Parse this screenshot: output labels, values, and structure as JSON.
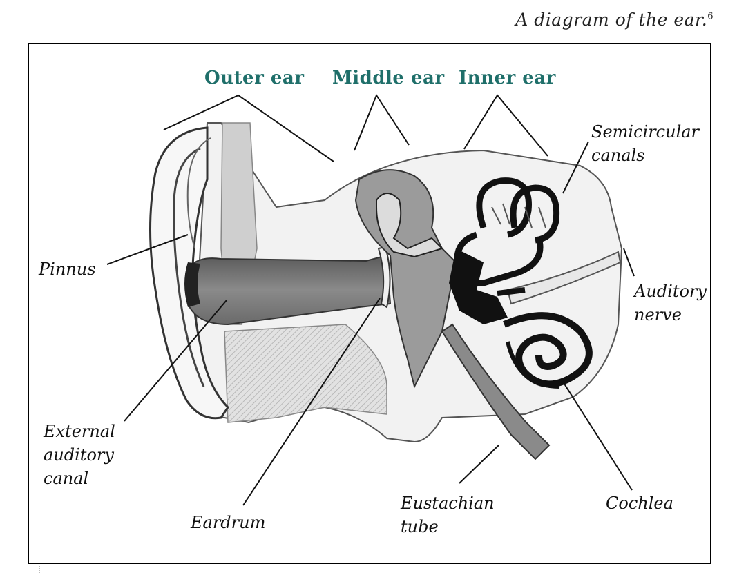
{
  "caption": {
    "text": "A diagram of the ear.",
    "footnote": "6"
  },
  "regions": {
    "outer": "Outer ear",
    "middle": "Middle ear",
    "inner": "Inner ear"
  },
  "labels": {
    "semicircular": [
      "Semicircular",
      "canals"
    ],
    "pinnus": "Pinnus",
    "auditory_nerve": [
      "Auditory",
      "nerve"
    ],
    "external_canal": [
      "External",
      "auditory",
      "canal"
    ],
    "eardrum": "Eardrum",
    "eustachian": [
      "Eustachian",
      "tube"
    ],
    "cochlea": "Cochlea"
  },
  "colors": {
    "region_text": "#1f6f6a",
    "ink": "#111111"
  }
}
